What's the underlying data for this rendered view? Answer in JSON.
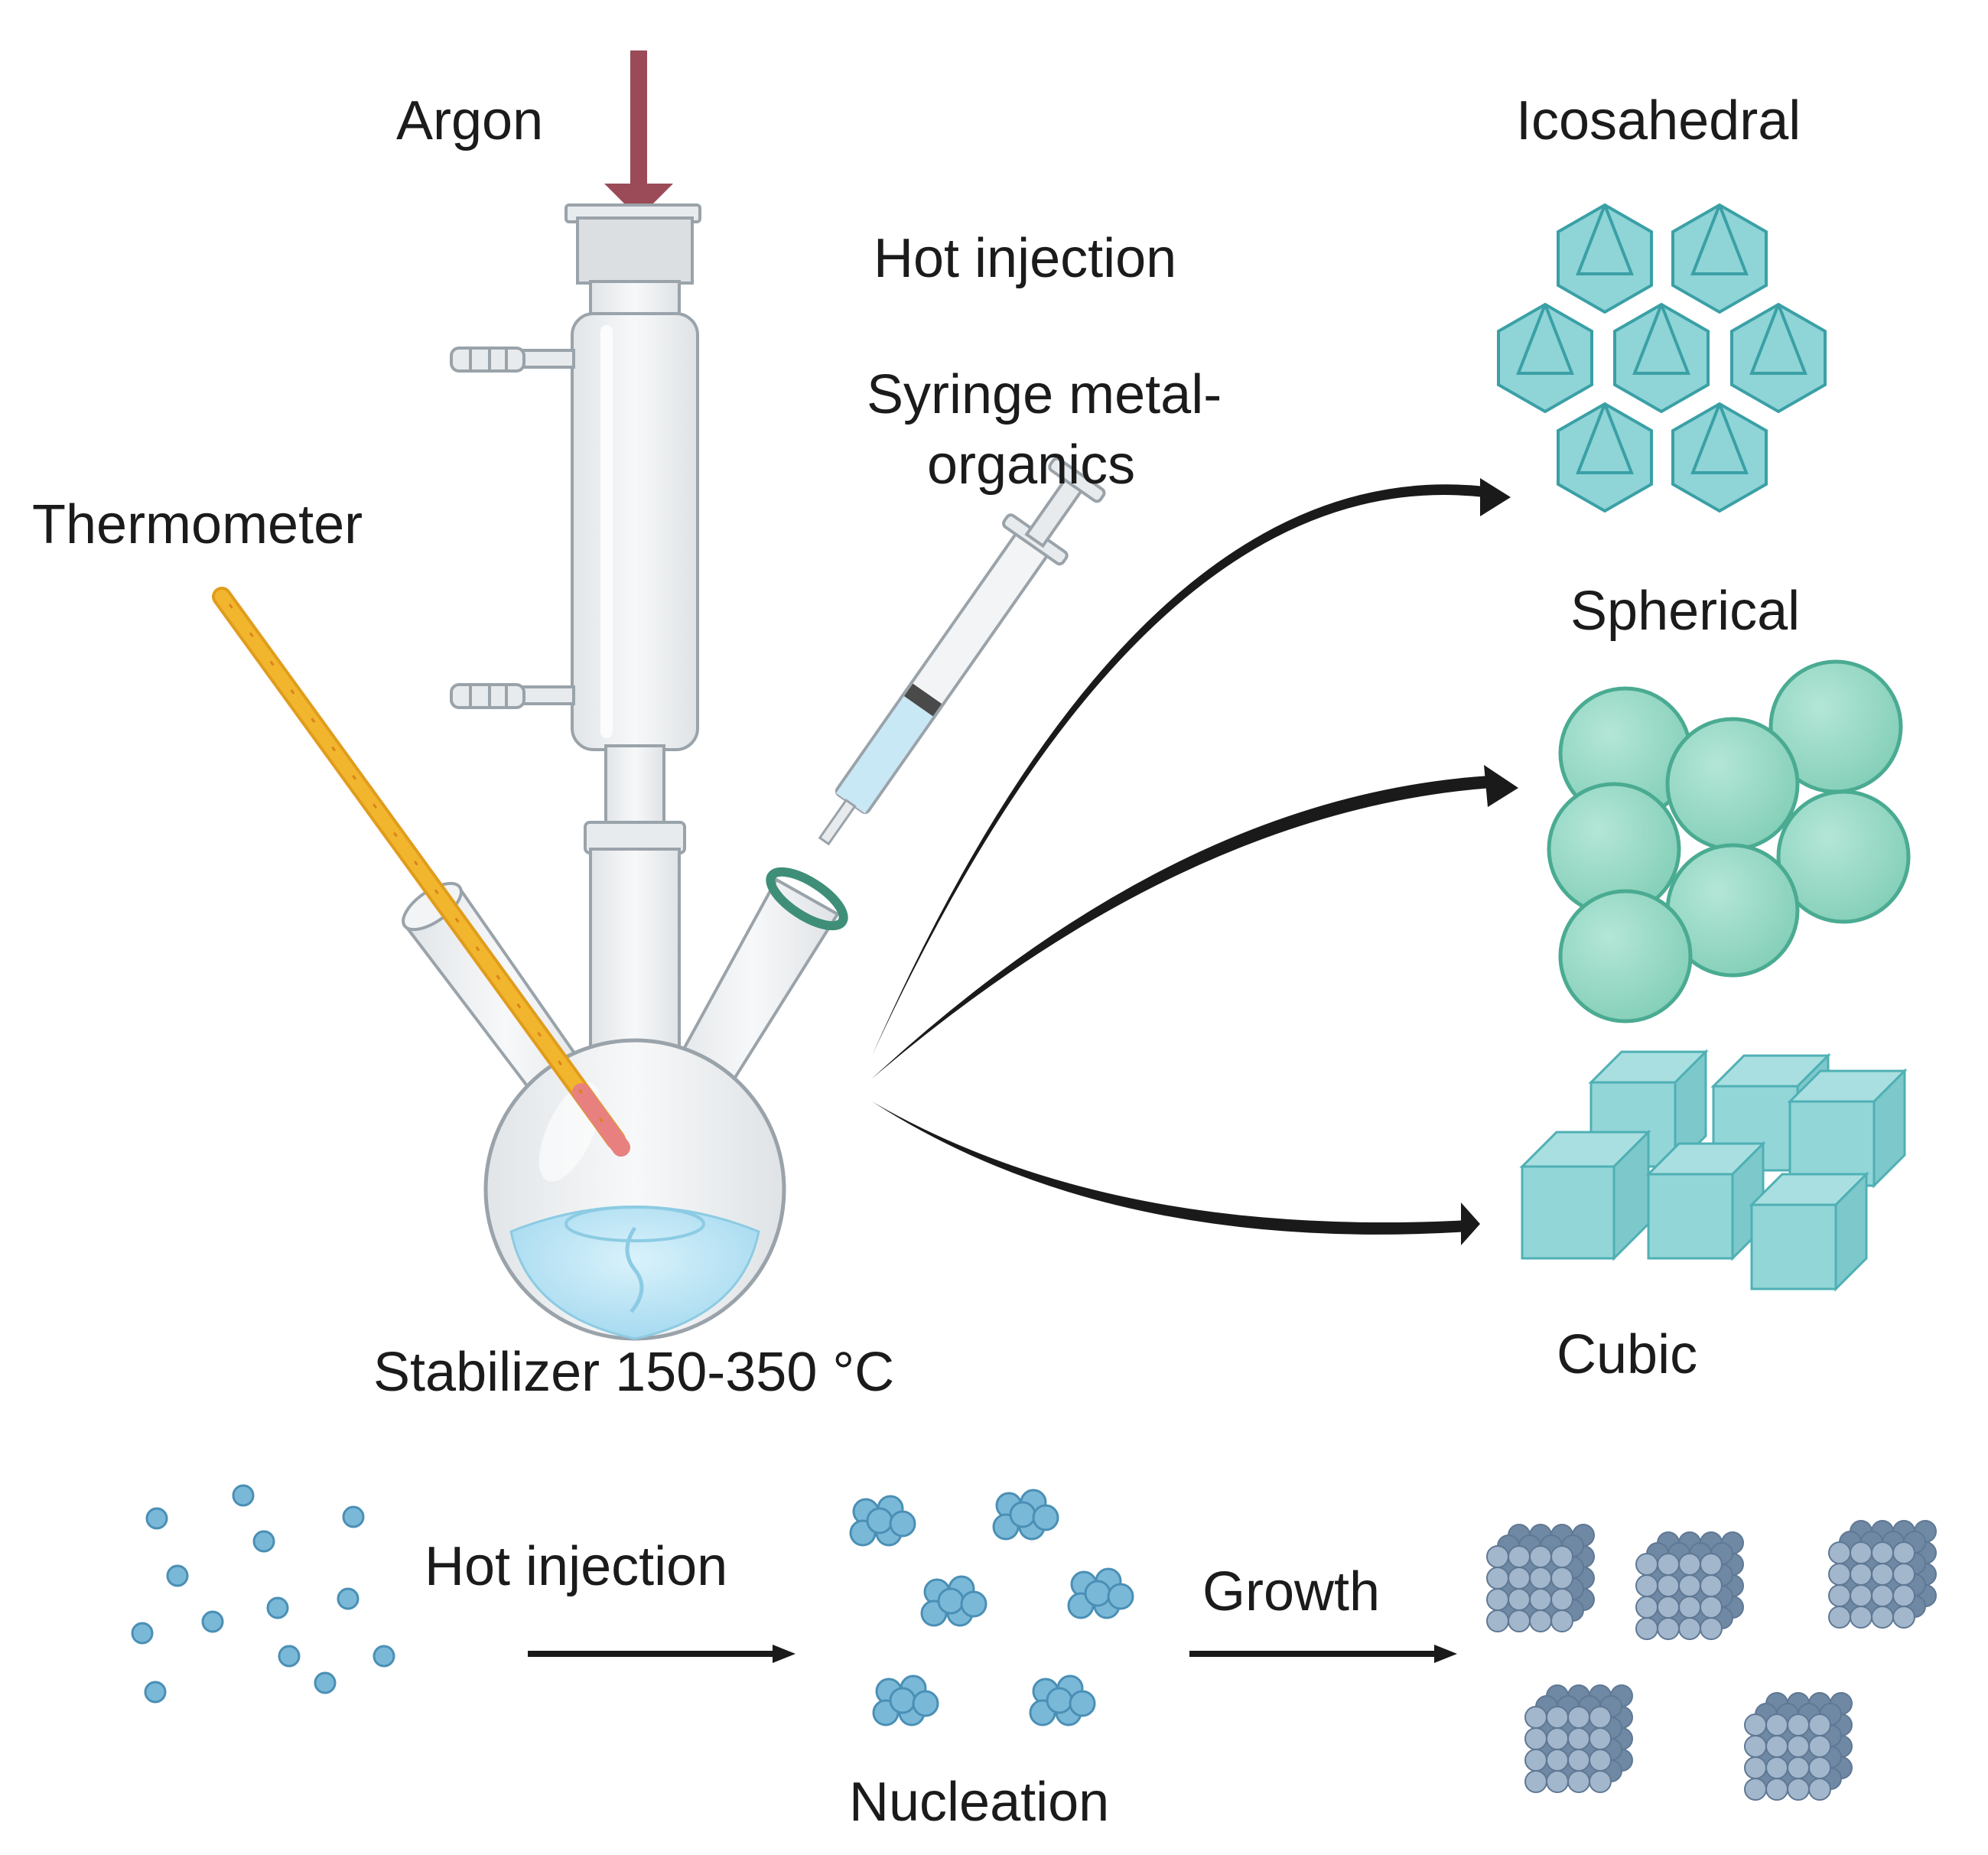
{
  "labels": {
    "argon": "Argon",
    "hot_injection_top": "Hot injection",
    "syringe_line1": "Syringe metal-",
    "syringe_line2": "organics",
    "thermometer": "Thermometer",
    "stabilizer": "Stabilizer 150-350 °C",
    "icosahedral": "Icosahedral",
    "spherical": "Spherical",
    "cubic": "Cubic",
    "hot_injection_bottom": "Hot injection",
    "growth": "Growth",
    "nucleation": "Nucleation"
  },
  "colors": {
    "argon_arrow": "#9b4a57",
    "glass_fill": "#eef0f2",
    "glass_stroke": "#9aa3aa",
    "liquid": "#bfe6f5",
    "icosahedron_fill": "#8fd4d6",
    "icosahedron_stroke": "#3aa0a6",
    "sphere_fill": "#8fd8c4",
    "sphere_stroke": "#4aab92",
    "cube_fill": "#93d6d8",
    "cube_stroke": "#4fb0b4",
    "atom": "#7ab8d8",
    "atom_dark": "#4a8fb5",
    "crystal_atom": "#8fa6c0",
    "arrow": "#1a1a1a",
    "thermometer": "#f2b62e"
  },
  "icons": {
    "condenser": "reflux-condenser-icon",
    "flask": "three-neck-flask-icon",
    "syringe": "syringe-icon",
    "thermometer": "thermometer-icon"
  }
}
